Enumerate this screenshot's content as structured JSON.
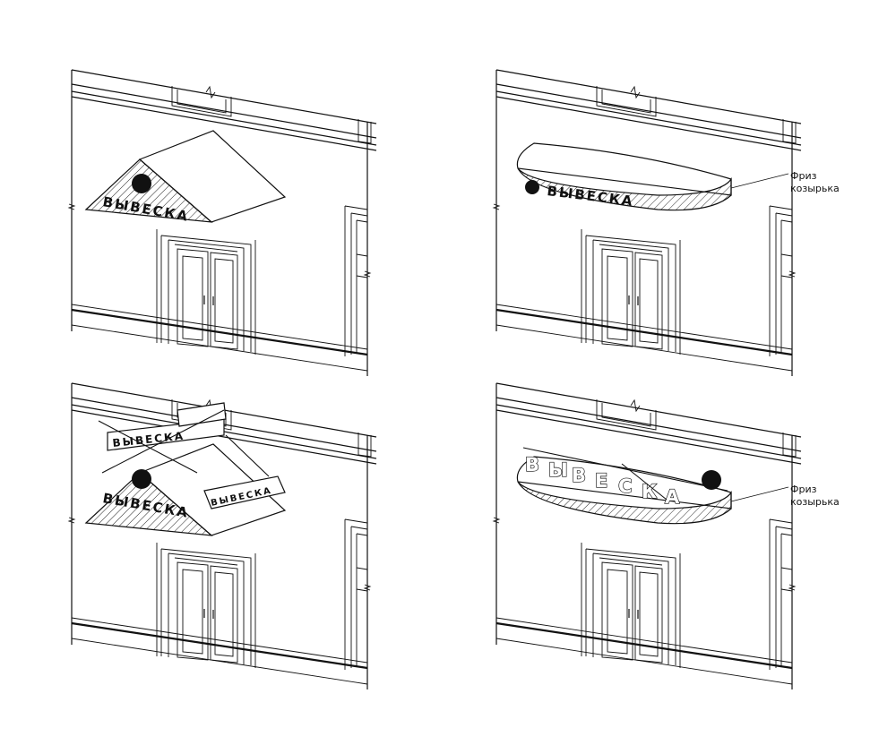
{
  "panels": [
    {
      "sign_text": "ВЫВЕСКА"
    },
    {
      "sign_text": "ВЫВЕСКА",
      "callout_line1": "Фриз",
      "callout_line2": "козырька"
    },
    {
      "sign_text": "ВЫВЕСКА",
      "extra_sign_text": "ВЫВЕСКА"
    },
    {
      "sign_letters": [
        "В",
        "Ы",
        "В",
        "Е",
        "С",
        "К",
        "А"
      ],
      "callout_line1": "Фриз",
      "callout_line2": "козырька"
    }
  ]
}
